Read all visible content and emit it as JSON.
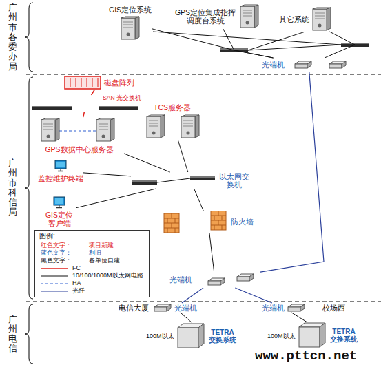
{
  "diagram": {
    "nodes": [
      {
        "text": [
          "广州市各委办局"
        ]
      },
      {
        "text": [
          "GIS定位系统"
        ],
        "in": 0
      },
      {
        "text": [
          "GPS定位集成指挥 调度台系统"
        ],
        "in": 0
      },
      {
        "text": [
          "其它系统"
        ],
        "in": 0
      },
      {
        "text": [
          "光端机"
        ],
        "in": 0
      },
      {
        "text": [
          "广州市科信局"
        ]
      },
      {
        "text": [
          "磁盘阵列"
        ],
        "in": 5
      },
      {
        "text": [
          "SAN 光交换机"
        ],
        "in": 5
      },
      {
        "text": [
          "GPS数据中心服务器"
        ],
        "in": 5
      },
      {
        "text": [
          "TCS服务器"
        ],
        "in": 5
      },
      {
        "text": [
          "监控维护终端"
        ],
        "in": 5
      },
      {
        "text": [
          "GIS定位 客户端"
        ],
        "in": 5
      },
      {
        "text": [
          "以太网交换机"
        ],
        "in": 5
      },
      {
        "text": [
          "防火墙"
        ],
        "in": 5
      },
      {
        "text": [
          "光端机"
        ],
        "in": 5
      },
      {
        "text": [
          "广州电信"
        ]
      },
      {
        "text": [
          "光端机"
        ],
        "in": 15
      },
      {
        "text": [
          "TETRA 交换系统"
        ],
        "in": 15
      },
      {
        "text": [
          "光端机"
        ],
        "in": 15
      },
      {
        "text": [
          "TETRA 交换系统"
        ],
        "in": 15
      }
    ],
    "edges": [
      {
        "from": 1,
        "to": 4,
        "arrow": "none"
      },
      {
        "from": 2,
        "to": 4,
        "arrow": "none"
      },
      {
        "from": 3,
        "to": 4,
        "arrow": "none"
      },
      {
        "from": 4,
        "to": 14,
        "arrow": "none"
      },
      {
        "from": 6,
        "to": 7,
        "arrow": "none"
      },
      {
        "from": 7,
        "to": 8,
        "arrow": "none"
      },
      {
        "from": 8,
        "to": 12,
        "arrow": "none"
      },
      {
        "from": 9,
        "to": 12,
        "arrow": "none"
      },
      {
        "from": 10,
        "to": 12,
        "arrow": "none"
      },
      {
        "from": 11,
        "to": 12,
        "arrow": "none"
      },
      {
        "from": 12,
        "to": 13,
        "arrow": "none"
      },
      {
        "from": 13,
        "to": 14,
        "arrow": "none"
      },
      {
        "from": 14,
        "to": 16,
        "arrow": "none"
      },
      {
        "from": 14,
        "to": 18,
        "arrow": "none"
      },
      {
        "from": 16,
        "to": 17,
        "label": "100M以太",
        "arrow": "none"
      },
      {
        "from": 18,
        "to": 19,
        "label": "100M以太",
        "arrow": "none"
      }
    ],
    "labels": [
      "电信大厦",
      "校场西",
      "图例:",
      "www.pttcn.net"
    ],
    "legend": [
      {
        "text": "红色文字： 项目新建"
      },
      {
        "text": "蓝色文字： 利旧"
      },
      {
        "text": "黑色文字： 各单位自建"
      },
      {
        "text": "FC"
      },
      {
        "text": "10/100/1000M以太网电路"
      },
      {
        "text": "HA"
      },
      {
        "text": "光纤"
      }
    ]
  }
}
